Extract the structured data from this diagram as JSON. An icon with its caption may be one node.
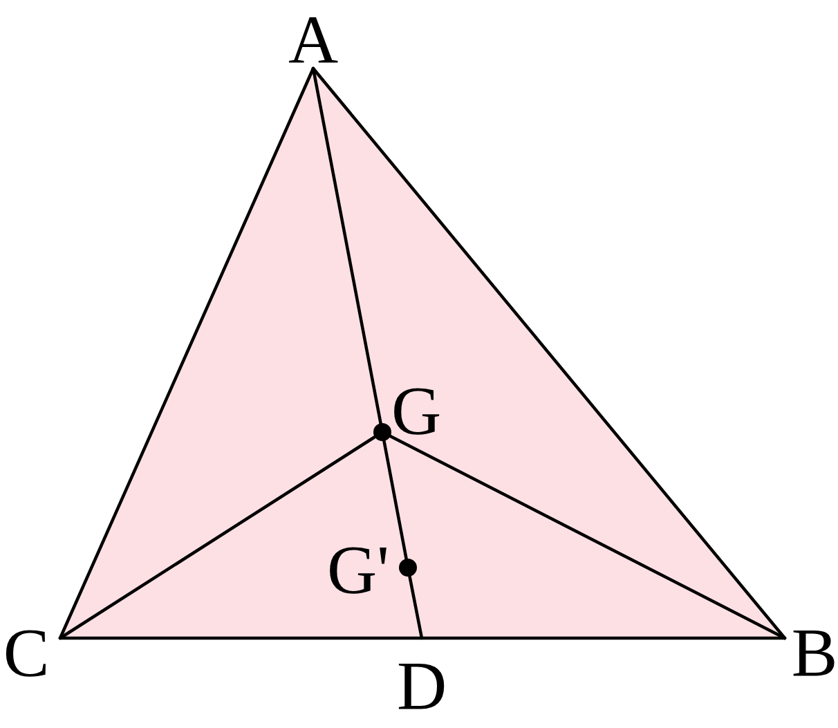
{
  "diagram": {
    "nodes": [
      {
        "text": [
          "A"
        ]
      },
      {
        "text": [
          "G"
        ]
      },
      {
        "text": [
          "G'"
        ]
      },
      {
        "text": [
          "C"
        ]
      },
      {
        "text": [
          "D"
        ]
      },
      {
        "text": [
          "B"
        ]
      }
    ],
    "edges": [
      {
        "from": 0,
        "to": 3,
        "arrow": "none"
      },
      {
        "from": 0,
        "to": 5,
        "arrow": "none"
      },
      {
        "from": 3,
        "to": 5,
        "arrow": "none"
      },
      {
        "from": 0,
        "to": 1,
        "arrow": "none"
      },
      {
        "from": 1,
        "to": 2,
        "arrow": "none"
      },
      {
        "from": 2,
        "to": 4,
        "arrow": "none"
      },
      {
        "from": 3,
        "to": 1,
        "arrow": "none"
      },
      {
        "from": 1,
        "to": 5,
        "arrow": "none"
      }
    ]
  }
}
